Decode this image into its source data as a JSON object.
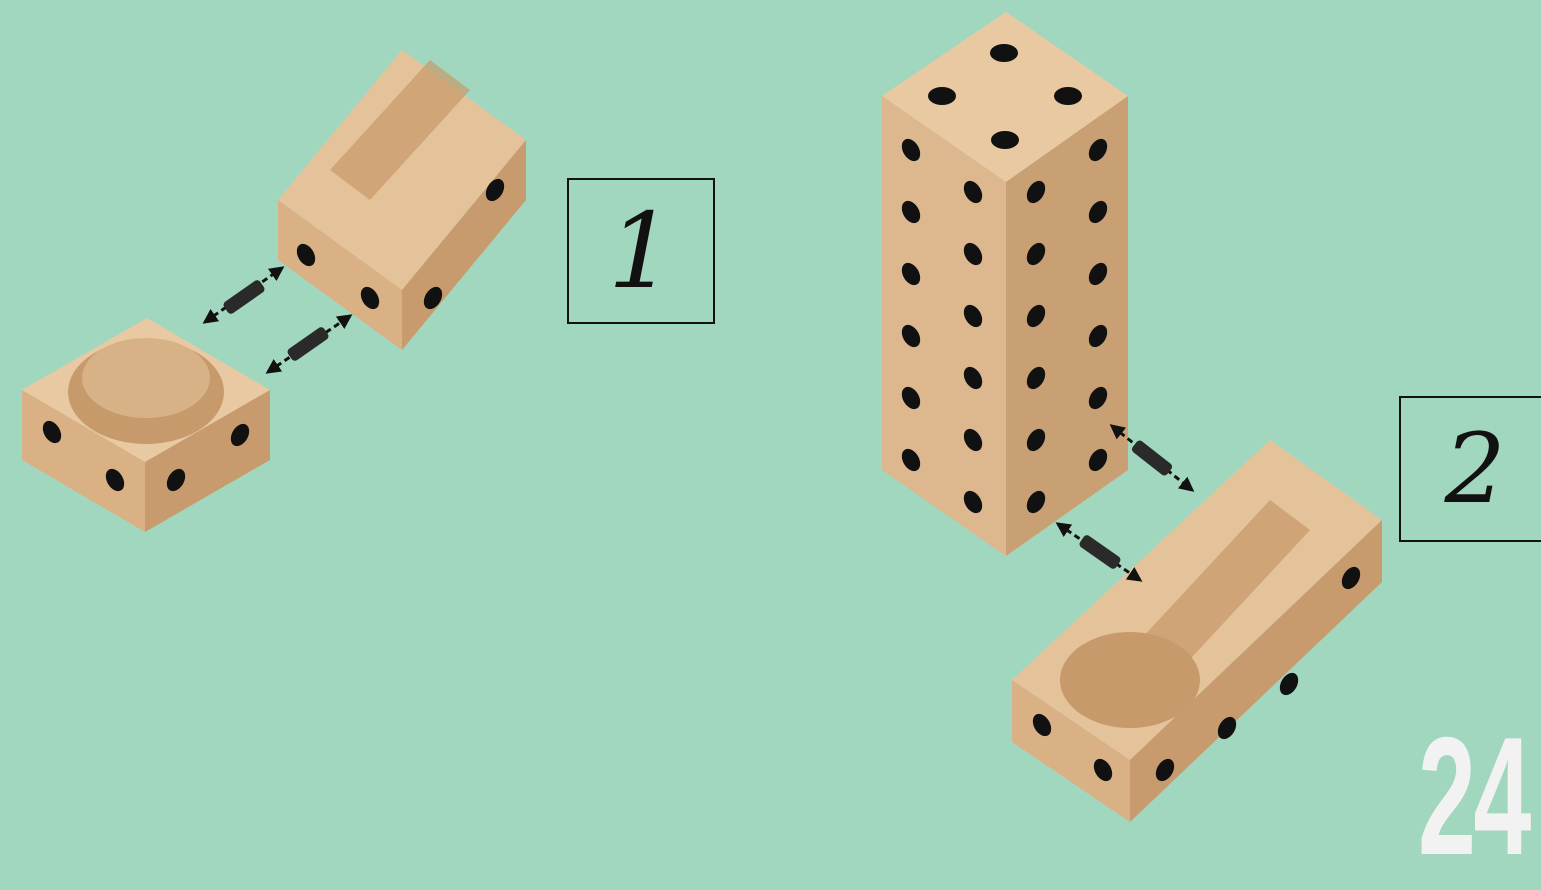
{
  "steps": [
    {
      "label": "1"
    },
    {
      "label": "2"
    }
  ],
  "page_number": "24",
  "colors": {
    "background": "#a2d7bf",
    "wood_top": "#e9c9a1",
    "wood_left": "#d9b185",
    "wood_right": "#c89b6e",
    "hole": "#111111",
    "connector": "#2a2a2a",
    "page_number": "#f2f2f2"
  }
}
